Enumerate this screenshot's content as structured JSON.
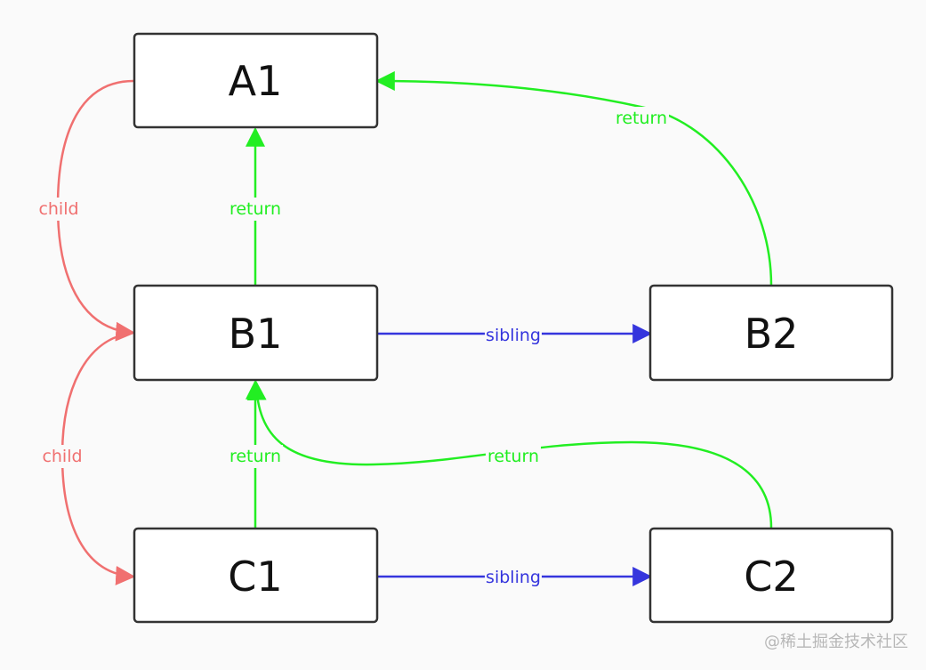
{
  "colors": {
    "child": "#f07070",
    "return": "#22ee22",
    "sibling": "#3535dd",
    "node_border": "#333333",
    "background": "#fafafa"
  },
  "nodes": {
    "a1": "A1",
    "b1": "B1",
    "b2": "B2",
    "c1": "C1",
    "c2": "C2"
  },
  "edges": {
    "a1_b1_child": "child",
    "b1_a1_return": "return",
    "b2_a1_return": "return",
    "b1_b2_sibling": "sibling",
    "b1_c1_child": "child",
    "c1_b1_return": "return",
    "c2_b1_return": "return",
    "c1_c2_sibling": "sibling"
  },
  "watermark": "@稀土掘金技术社区"
}
